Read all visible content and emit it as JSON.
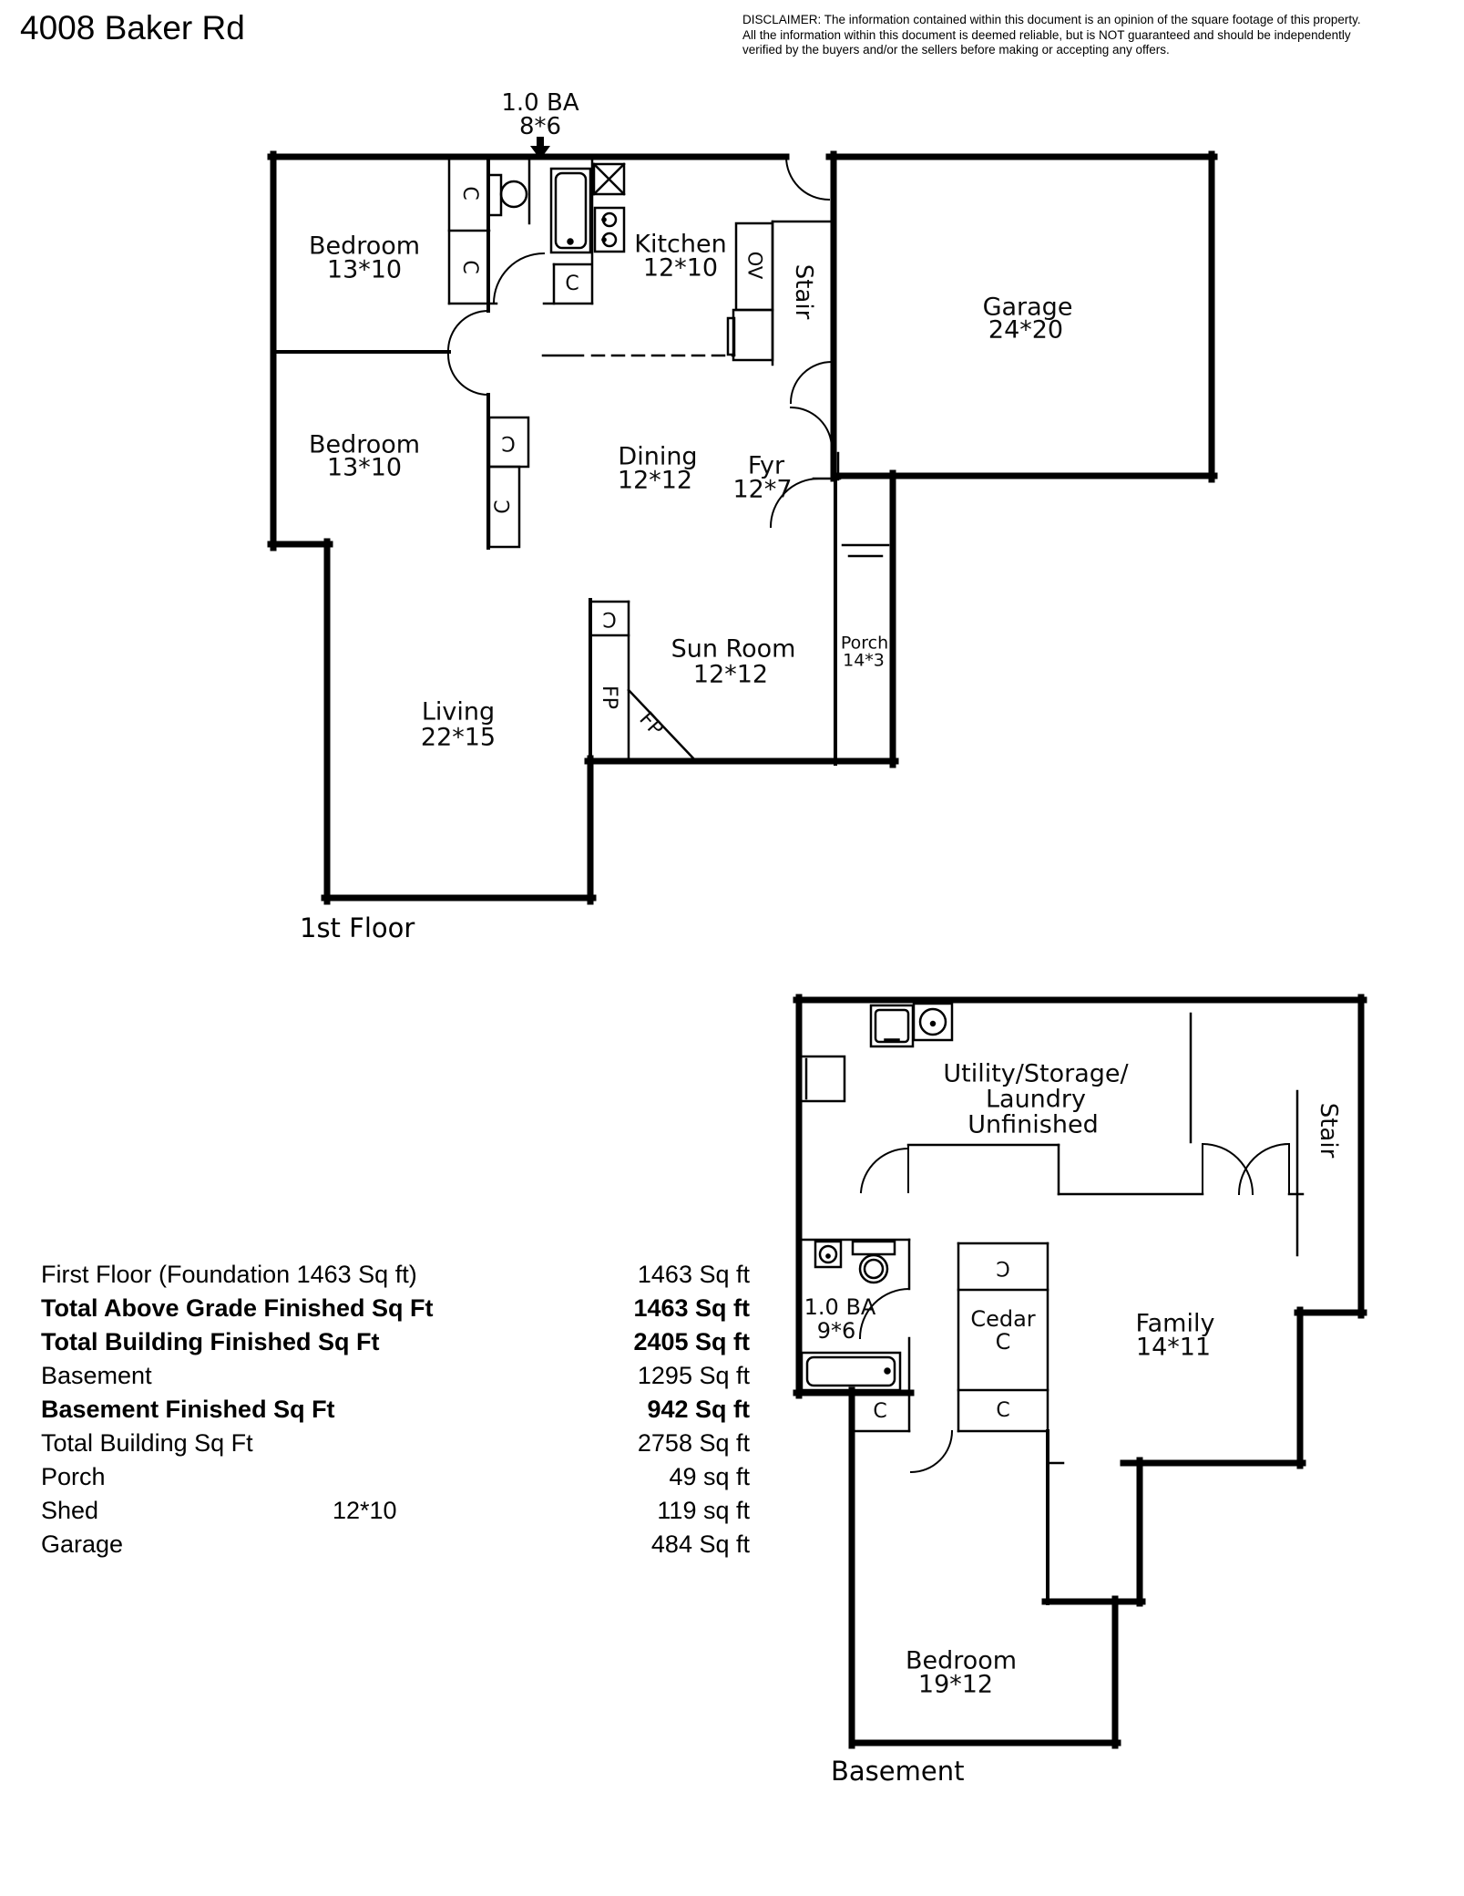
{
  "header": {
    "title": "4008 Baker Rd",
    "disclaimer_line1": "DISCLAIMER: The information contained within this document is an opinion of the square footage of this property.",
    "disclaimer_line2": "All the information within this document is deemed reliable, but is NOT guaranteed and should be independently",
    "disclaimer_line3": "verified by the buyers and/or the sellers before making or accepting any offers."
  },
  "markers": {
    "closet": "C",
    "oven": "OV",
    "fireplace": "FP"
  },
  "first_floor": {
    "caption": "1st Floor",
    "bath_callout": {
      "line1": "1.0 BA",
      "line2": "8*6"
    },
    "rooms": {
      "bedroom1": {
        "name": "Bedroom",
        "dims": "13*10"
      },
      "bedroom2": {
        "name": "Bedroom",
        "dims": "13*10"
      },
      "kitchen": {
        "name": "Kitchen",
        "dims": "12*10"
      },
      "garage": {
        "name": "Garage",
        "dims": "24*20"
      },
      "dining": {
        "name": "Dining",
        "dims": "12*12"
      },
      "fyr": {
        "name": "Fyr",
        "dims": "12*7"
      },
      "sunroom": {
        "name": "Sun Room",
        "dims": "12*12"
      },
      "porch": {
        "name": "Porch",
        "dims": "14*3"
      },
      "living": {
        "name": "Living",
        "dims": "22*15"
      },
      "stair": "Stair"
    }
  },
  "basement": {
    "caption": "Basement",
    "bath": {
      "line1": "1.0 BA",
      "line2": "9*6"
    },
    "rooms": {
      "utility": {
        "line1": "Utility/Storage/",
        "line2": "Laundry",
        "line3": "Unfinished"
      },
      "cedar": {
        "name": "Cedar"
      },
      "family": {
        "name": "Family",
        "dims": "14*11"
      },
      "bedroom": {
        "name": "Bedroom",
        "dims": "19*12"
      },
      "stair": "Stair"
    }
  },
  "summary_table": {
    "rows": [
      {
        "label": "First Floor (Foundation 1463 Sq ft)",
        "dims": "",
        "value": "1463 Sq ft"
      },
      {
        "label": "Total Above Grade Finished Sq Ft",
        "dims": "",
        "value": "1463 Sq ft"
      },
      {
        "label": "Total Building Finished Sq Ft",
        "dims": "",
        "value": "2405 Sq ft"
      },
      {
        "label": "Basement",
        "dims": "",
        "value": "1295 Sq ft"
      },
      {
        "label": "Basement Finished Sq Ft",
        "dims": "",
        "value": "942 Sq ft"
      },
      {
        "label": "Total Building Sq Ft",
        "dims": "",
        "value": "2758 Sq ft"
      },
      {
        "label": "Porch",
        "dims": "",
        "value": "49 sq ft"
      },
      {
        "label": "Shed",
        "dims": "12*10",
        "value": "119 sq ft"
      },
      {
        "label": "Garage",
        "dims": "",
        "value": "484 Sq ft"
      }
    ]
  }
}
